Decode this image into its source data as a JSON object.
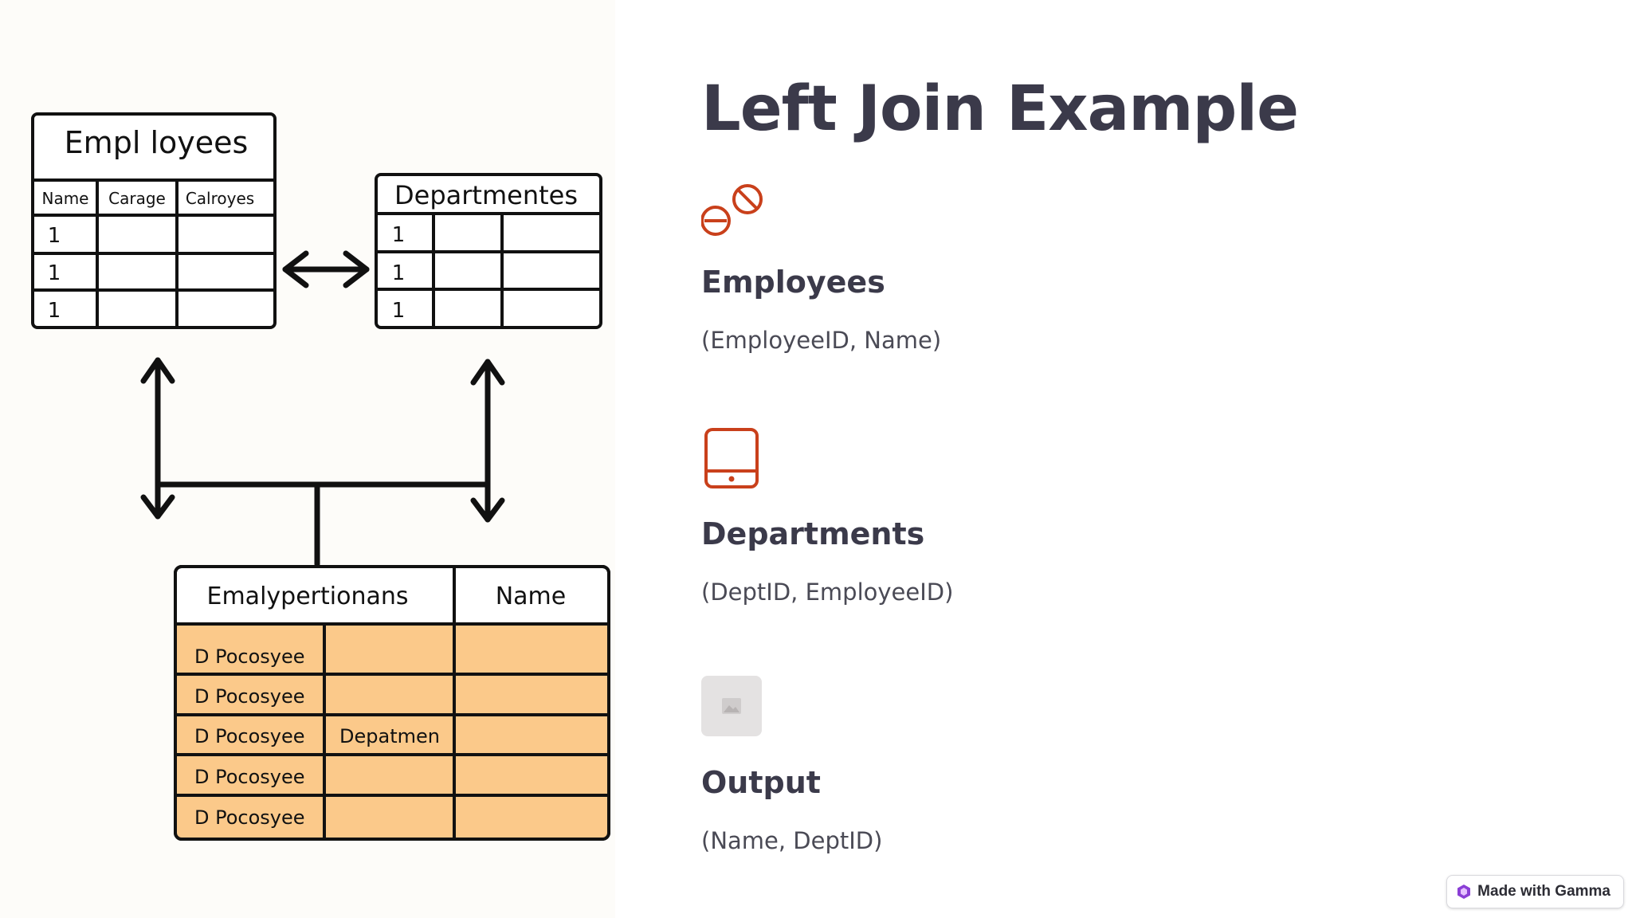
{
  "slide": {
    "title": "Left Join Example",
    "accent_color": "#c9401b",
    "features": [
      {
        "icon": "prohibited-icon",
        "heading": "Employees",
        "text": "(EmployeeID, Name)"
      },
      {
        "icon": "tablet-icon",
        "heading": "Departments",
        "text": "(DeptID, EmployeeID)"
      },
      {
        "icon": "image-placeholder-icon",
        "heading": "Output",
        "text": "(Name, DeptID)"
      }
    ]
  },
  "illustration": {
    "employees_table": {
      "title": "Empl loyees",
      "columns": [
        "Name",
        "Carage",
        "Calroyes"
      ],
      "rows": [
        "1",
        "1",
        "1"
      ]
    },
    "departments_table": {
      "title": "Departmentes",
      "rows": [
        "1",
        "1",
        "1"
      ]
    },
    "result_table": {
      "columns": [
        "Emalypertionans",
        "Name"
      ],
      "rows": [
        {
          "c1": "D Pocosyee",
          "c2": ""
        },
        {
          "c1": "D Pocosyee",
          "c2": ""
        },
        {
          "c1": "D Pocosyee",
          "c2": "Depatmen"
        },
        {
          "c1": "D Pocosyee",
          "c2": ""
        },
        {
          "c1": "D Pocosyee",
          "c2": ""
        }
      ],
      "highlight_color": "#fbc98a"
    }
  },
  "badge": {
    "label": "Made with Gamma",
    "icon": "gamma-logo-icon"
  }
}
